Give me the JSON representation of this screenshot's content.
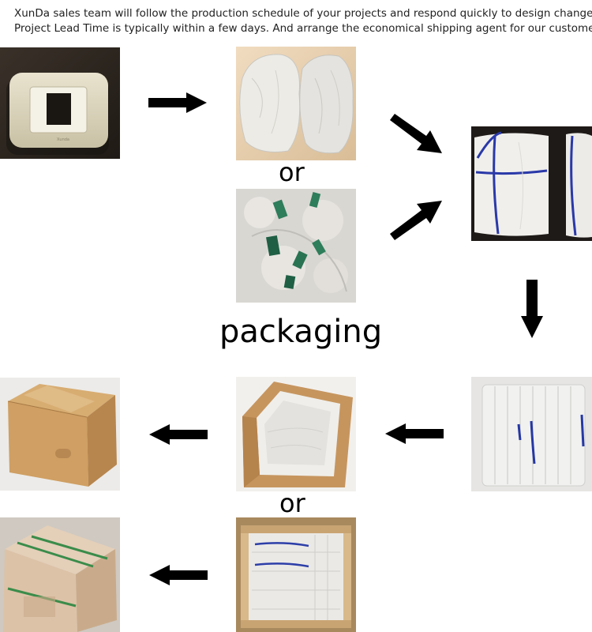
{
  "intro": {
    "line1": "XunDa sales team will follow the production schedule of your projects and respond quickly to design changes.",
    "line2": "Project Lead Time is typically within a few days. And arrange the economical shipping agent for our customer."
  },
  "labels": {
    "or_top": "or",
    "packaging": "packaging",
    "or_bottom": "or"
  }
}
